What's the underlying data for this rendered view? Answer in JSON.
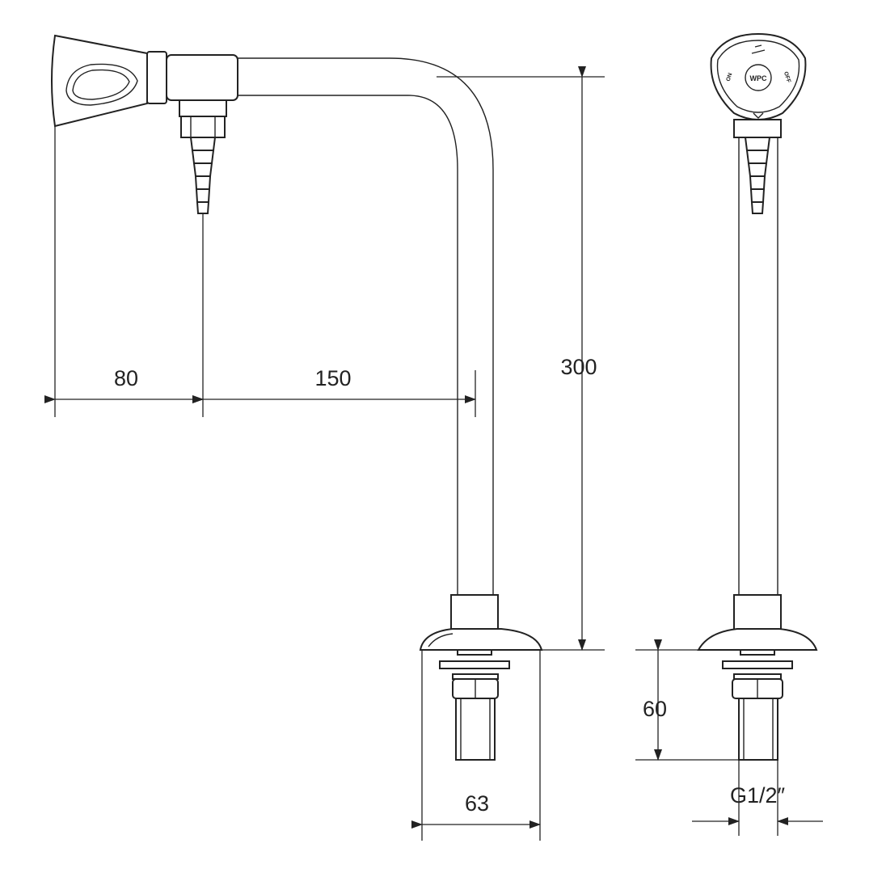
{
  "dimensions": {
    "spout_offset": "80",
    "reach": "150",
    "height": "300",
    "base_width": "63",
    "shank_length": "60",
    "thread": "G1/2″"
  },
  "handle_labels": {
    "brand": "WPC",
    "on": "ON",
    "off": "OFF"
  },
  "colors": {
    "line": "#222222",
    "background": "#ffffff"
  }
}
